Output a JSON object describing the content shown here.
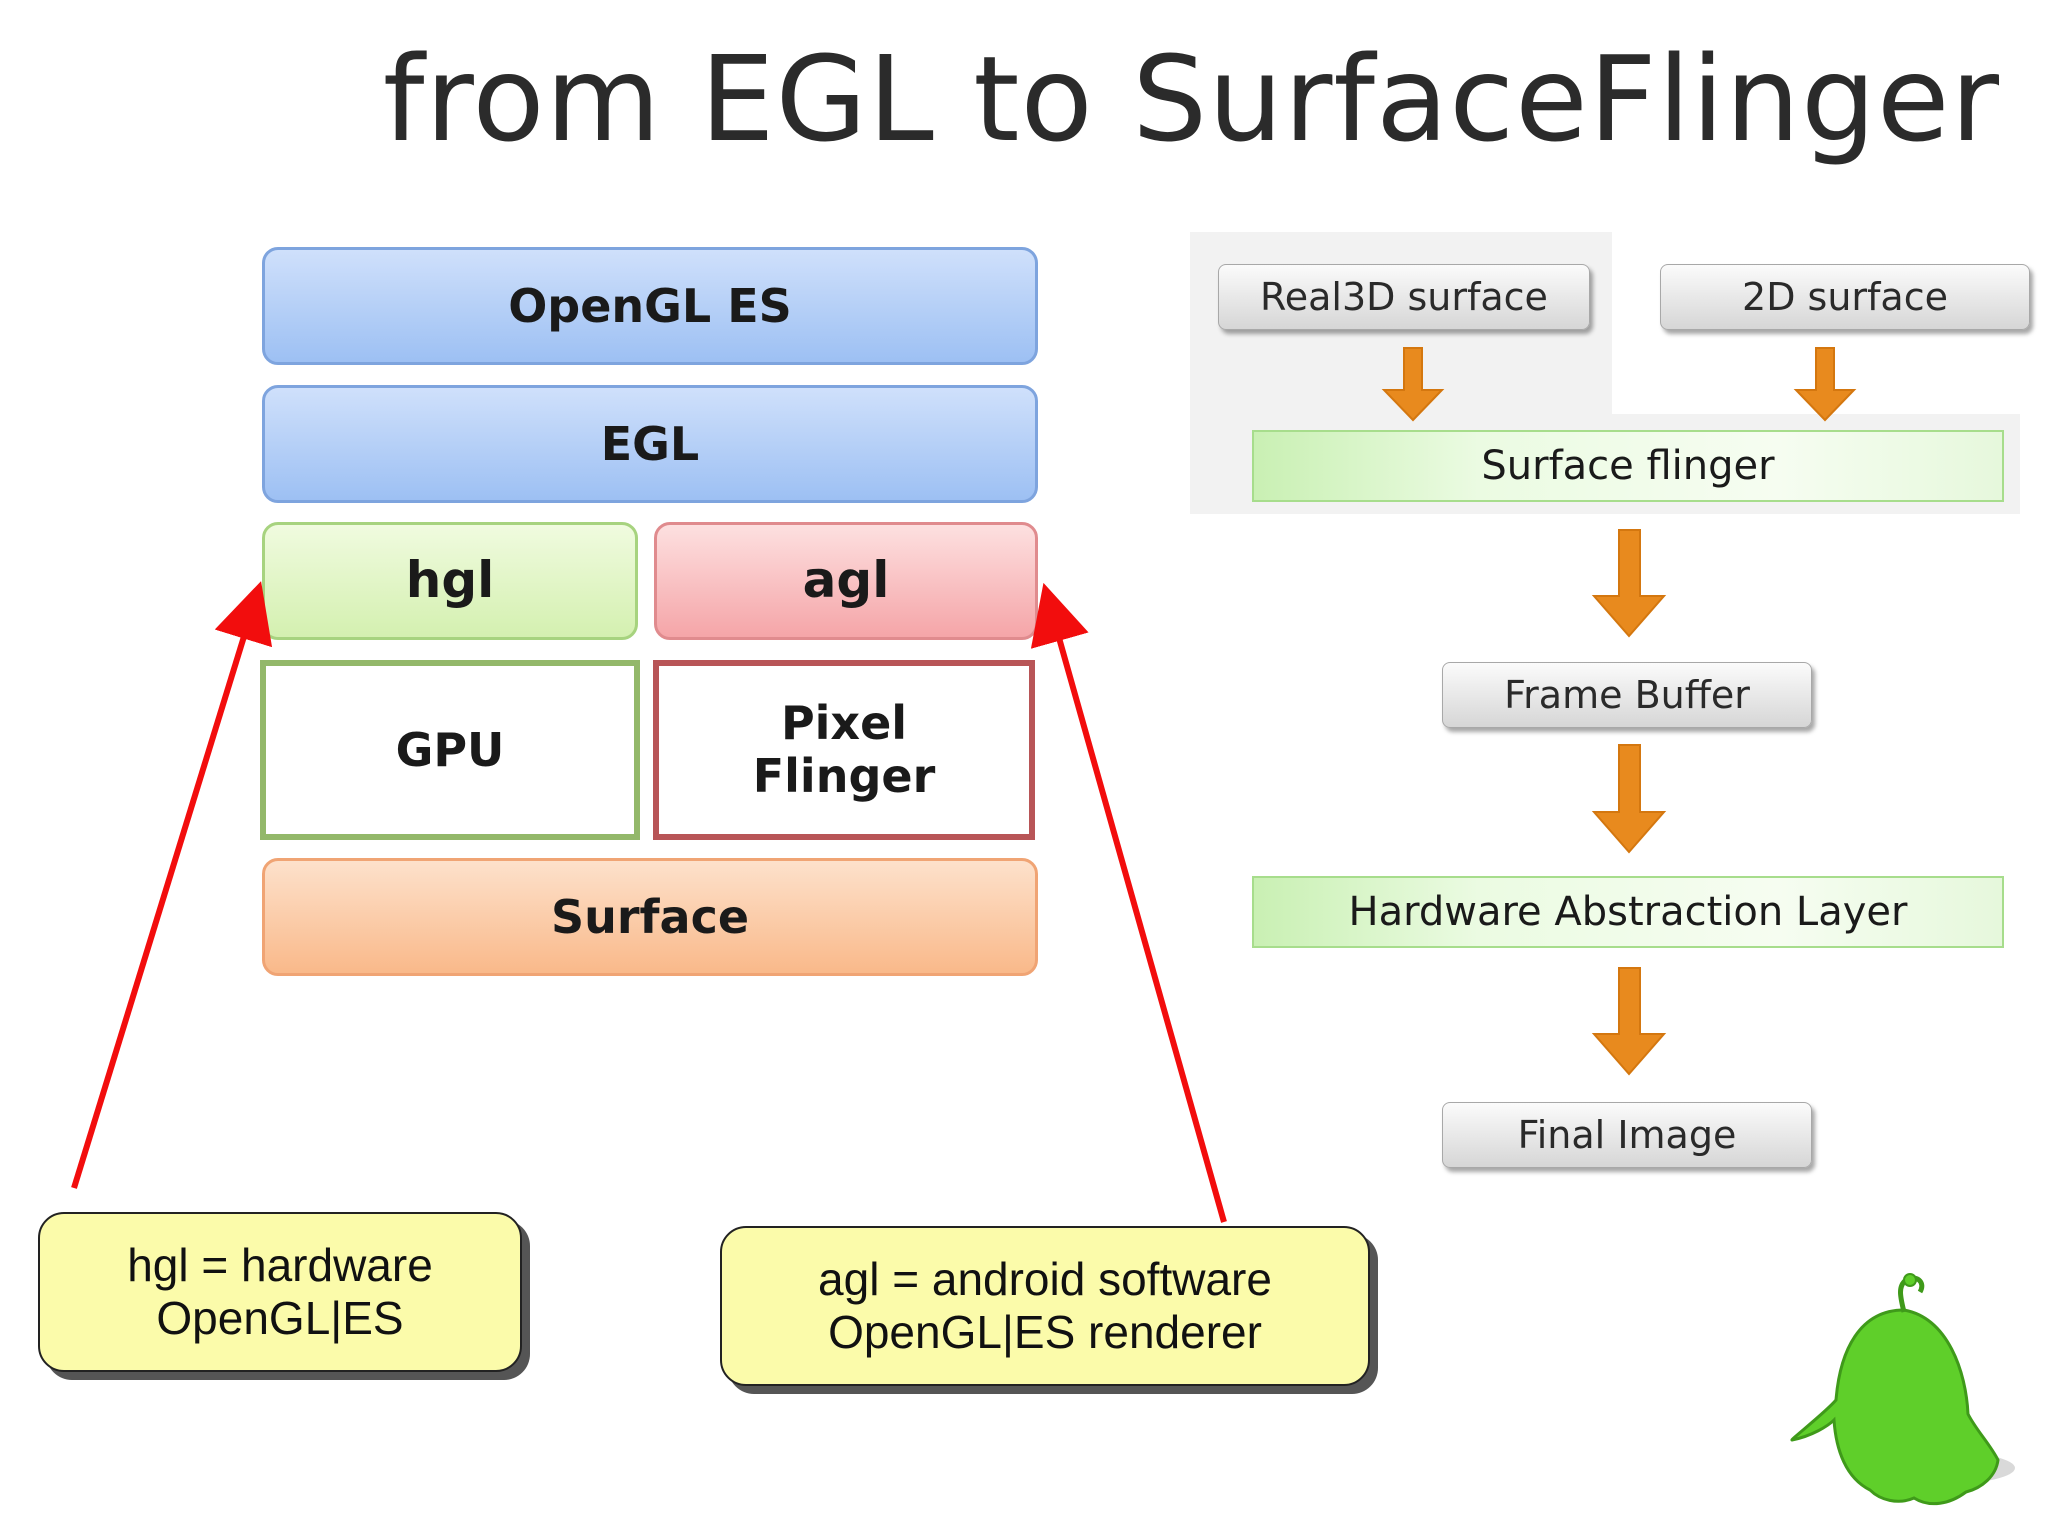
{
  "title": "from EGL to SurfaceFlinger",
  "stack": {
    "opengl_es": "OpenGL ES",
    "egl": "EGL",
    "hgl": "hgl",
    "agl": "agl",
    "gpu": "GPU",
    "pixel_flinger_line1": "Pixel",
    "pixel_flinger_line2": "Flinger",
    "surface": "Surface"
  },
  "flow": {
    "real3d_surface": "Real3D surface",
    "surface_2d": "2D surface",
    "surface_flinger": "Surface flinger",
    "frame_buffer": "Frame Buffer",
    "hal": "Hardware Abstraction Layer",
    "final_image": "Final Image"
  },
  "callouts": {
    "hgl_line1": "hgl = hardware",
    "hgl_line2": "OpenGL|ES",
    "agl_line1": "agl = android software",
    "agl_line2": "OpenGL|ES renderer"
  },
  "colors": {
    "arrow_red": "#f20d0d",
    "arrow_orange": "#e88a1e",
    "mascot_green": "#5fcf2a",
    "callout_fill": "#fbfbaa"
  },
  "icons": {
    "mascot": "android-mascot-icon"
  }
}
